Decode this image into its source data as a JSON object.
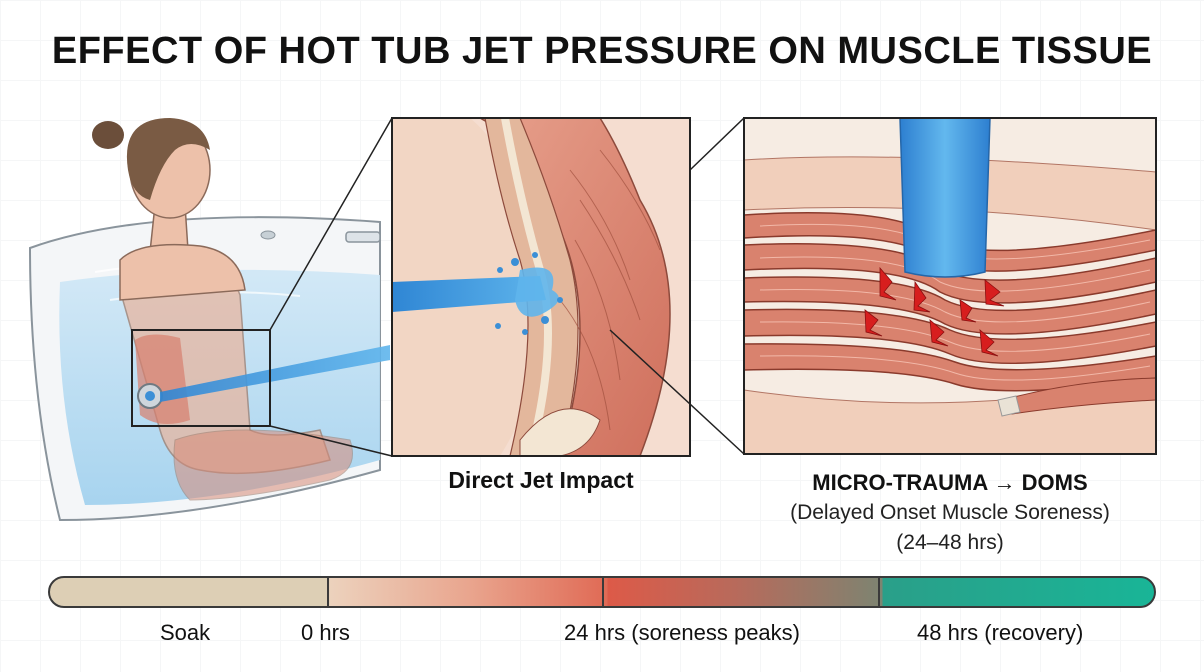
{
  "title": "EFFECT OF HOT TUB JET PRESSURE ON MUSCLE TISSUE",
  "panels": {
    "left_caption": "Direct Jet Impact",
    "right_caption_main": "MICRO-TRAUMA → DOMS",
    "right_caption_sub": "(Delayed Onset Muscle Soreness)",
    "right_caption_time": "(24–48 hrs)"
  },
  "timeline": {
    "labels": [
      "Soak",
      "0 hrs",
      "24 hrs (soreness peaks)",
      "48 hrs (recovery)"
    ]
  },
  "colors": {
    "water_jet": "#3b8fd6",
    "muscle": "#d9826e",
    "trauma": "#d71e1e",
    "recovery": "#1aa88f",
    "soak": "#ddcfb5"
  }
}
